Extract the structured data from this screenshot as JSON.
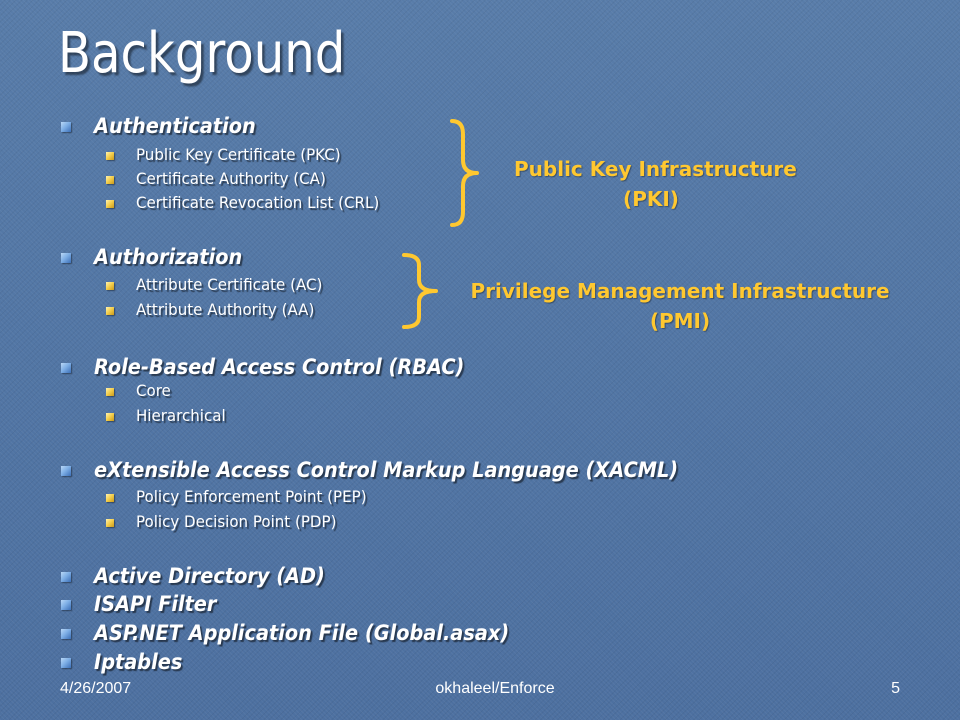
{
  "slide": {
    "title": "Background",
    "sections": [
      {
        "label": "Authentication",
        "items": [
          "Public Key Certificate (PKC)",
          "Certificate Authority (CA)",
          "Certificate Revocation List (CRL)"
        ]
      },
      {
        "label": "Authorization",
        "items": [
          "Attribute Certificate (AC)",
          "Attribute Authority (AA)"
        ]
      },
      {
        "label": "Role-Based Access Control (RBAC)",
        "items": [
          "Core",
          "Hierarchical"
        ]
      },
      {
        "label": "eXtensible Access Control Markup Language (XACML)",
        "items": [
          "Policy Enforcement Point (PEP)",
          "Policy Decision Point (PDP)"
        ]
      },
      {
        "label": "Active Directory (AD)",
        "items": []
      },
      {
        "label": "ISAPI Filter",
        "items": []
      },
      {
        "label": "ASP.NET Application File (Global.asax)",
        "items": []
      },
      {
        "label": "Iptables",
        "items": []
      }
    ],
    "pki": {
      "line1": "Public Key Infrastructure",
      "line2": "(PKI)"
    },
    "pmi": {
      "line1": "Privilege Management Infrastructure",
      "line2": "(PMI)"
    },
    "colors": {
      "background": "#5377a6",
      "accent": "#ffc830",
      "text": "#ffffff"
    }
  },
  "footer": {
    "date": "4/26/2007",
    "author": "okhaleel/Enforce",
    "page_number": "5"
  }
}
